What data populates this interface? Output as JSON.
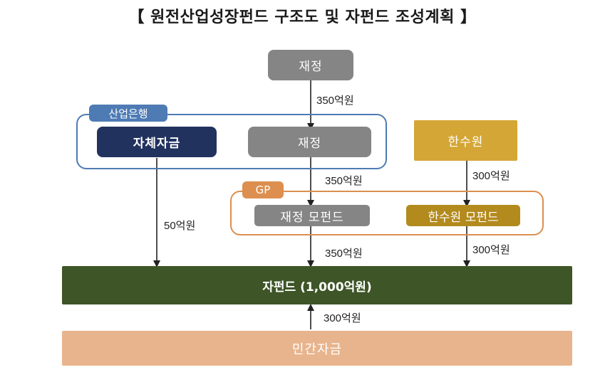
{
  "title": "【 원전산업성장펀드 구조도 및 자펀드 조성계획 】",
  "nodes": {
    "top_finance": "재정",
    "bank_self": "자체자금",
    "bank_finance": "재정",
    "khnp": "한수원",
    "finance_mother": "재정 모펀드",
    "khnp_mother": "한수원 모펀드",
    "sub_fund": "자펀드 (1,000억원)",
    "private": "민간자금"
  },
  "groups": {
    "bank": "산업은행",
    "gp": "GP"
  },
  "amounts": {
    "top_to_bank": "350억원",
    "bank_to_gp": "350억원",
    "khnp_to_gp": "300억원",
    "self_to_sub": "50억원",
    "mother_to_sub": "350억원",
    "khnp_mother_to_sub": "300억원",
    "private_to_sub": "300억원"
  },
  "colors": {
    "grey": "#858585",
    "navy": "#22325f",
    "gold": "#d4a635",
    "green": "#3e5527",
    "peach": "#e8b48d",
    "blue_frame": "#4e7bb4",
    "orange_frame": "#dc8f4f"
  }
}
